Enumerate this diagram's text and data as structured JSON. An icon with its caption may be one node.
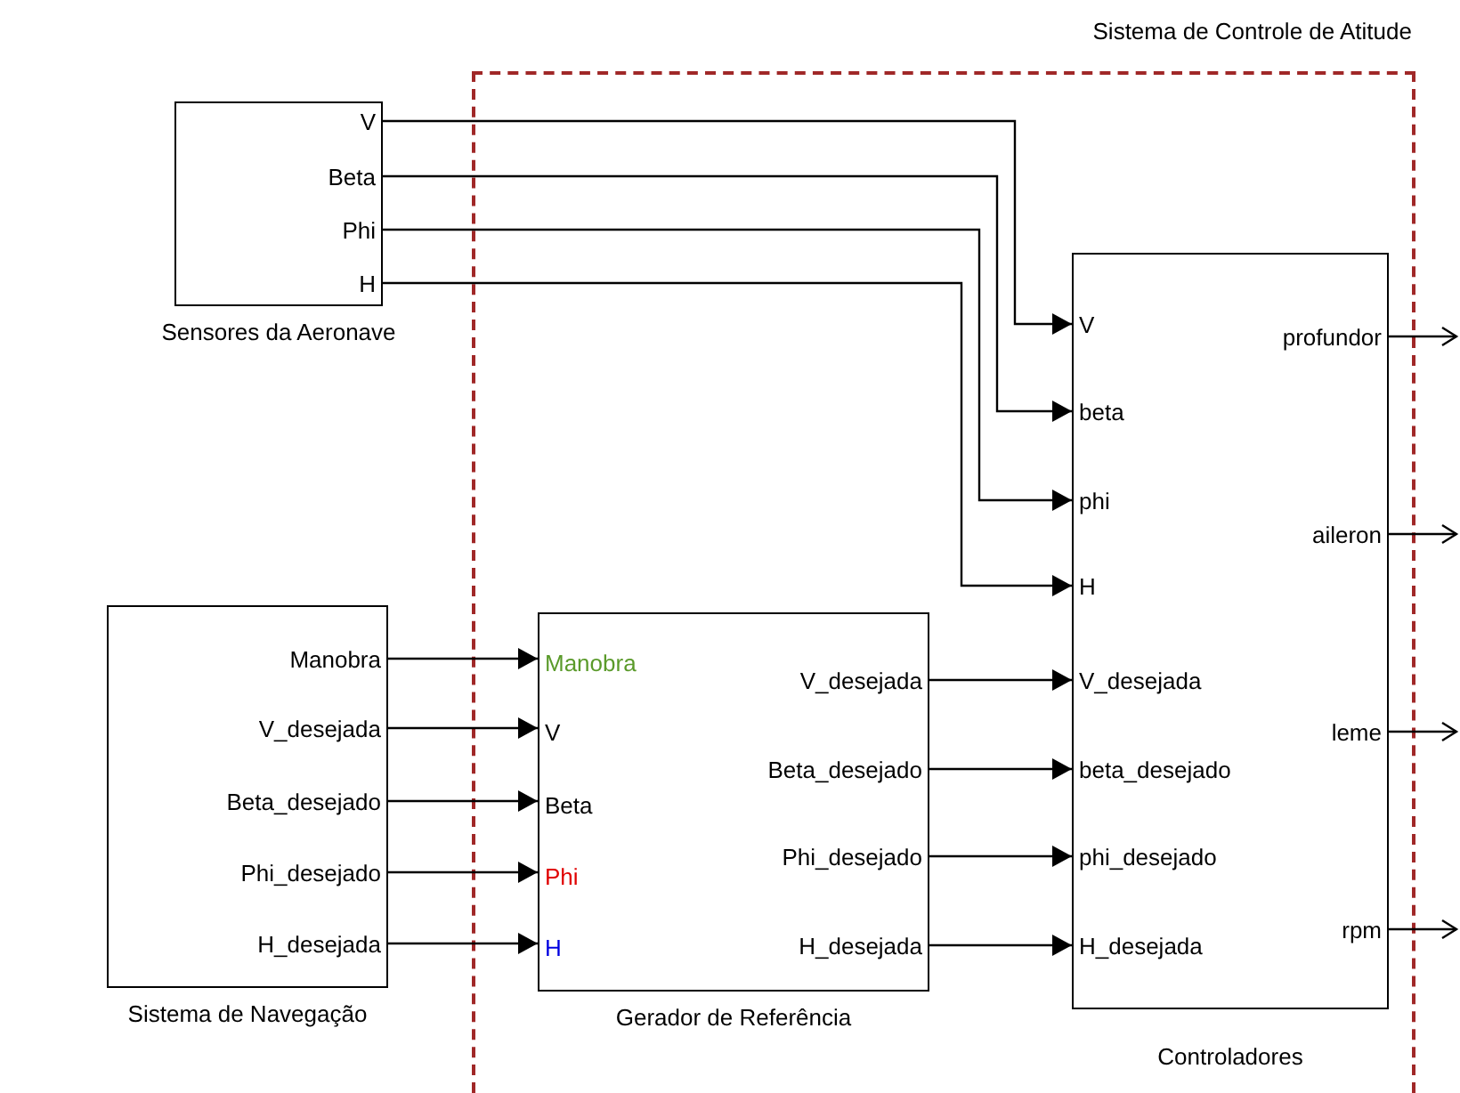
{
  "diagram": {
    "nodes": [
      {
        "text": [
          "Sistema de Controle de Atitude"
        ]
      },
      {
        "text": [
          "V",
          "Beta",
          "Phi",
          "H",
          "Sensores da Aeronave"
        ]
      },
      {
        "text": [
          "Manobra",
          "V_desejada",
          "Beta_desejado",
          "Phi_desejado",
          "H_desejada",
          "Sistema de Navegação"
        ]
      },
      {
        "text": [
          "Manobra",
          "V",
          "Beta",
          "Phi",
          "H",
          "V_desejada",
          "Beta_desejado",
          "Phi_desejado",
          "H_desejada",
          "Gerador de Referência"
        ],
        "in": 0
      },
      {
        "text": [
          "V",
          "beta",
          "phi",
          "H",
          "V_desejada",
          "beta_desejado",
          "phi_desejado",
          "H_desejada",
          "profundor",
          "aileron",
          "leme",
          "rpm",
          "Controladores"
        ],
        "in": 0
      }
    ],
    "edges": [
      {
        "from": 1,
        "to": 4,
        "arrow": "to"
      },
      {
        "from": 1,
        "to": 4,
        "arrow": "to"
      },
      {
        "from": 1,
        "to": 4,
        "arrow": "to"
      },
      {
        "from": 1,
        "to": 4,
        "arrow": "to"
      },
      {
        "from": 2,
        "to": 3,
        "arrow": "to"
      },
      {
        "from": 2,
        "to": 3,
        "arrow": "to"
      },
      {
        "from": 2,
        "to": 3,
        "arrow": "to"
      },
      {
        "from": 2,
        "to": 3,
        "arrow": "to"
      },
      {
        "from": 2,
        "to": 3,
        "arrow": "to"
      },
      {
        "from": 3,
        "to": 4,
        "arrow": "to"
      },
      {
        "from": 3,
        "to": 4,
        "arrow": "to"
      },
      {
        "from": 3,
        "to": 4,
        "arrow": "to"
      },
      {
        "from": 3,
        "to": 4,
        "arrow": "to"
      },
      {
        "from": 4,
        "to": null,
        "arrow": "to"
      },
      {
        "from": 4,
        "to": null,
        "arrow": "to"
      },
      {
        "from": 4,
        "to": null,
        "arrow": "to"
      },
      {
        "from": 4,
        "to": null,
        "arrow": "to"
      }
    ]
  }
}
